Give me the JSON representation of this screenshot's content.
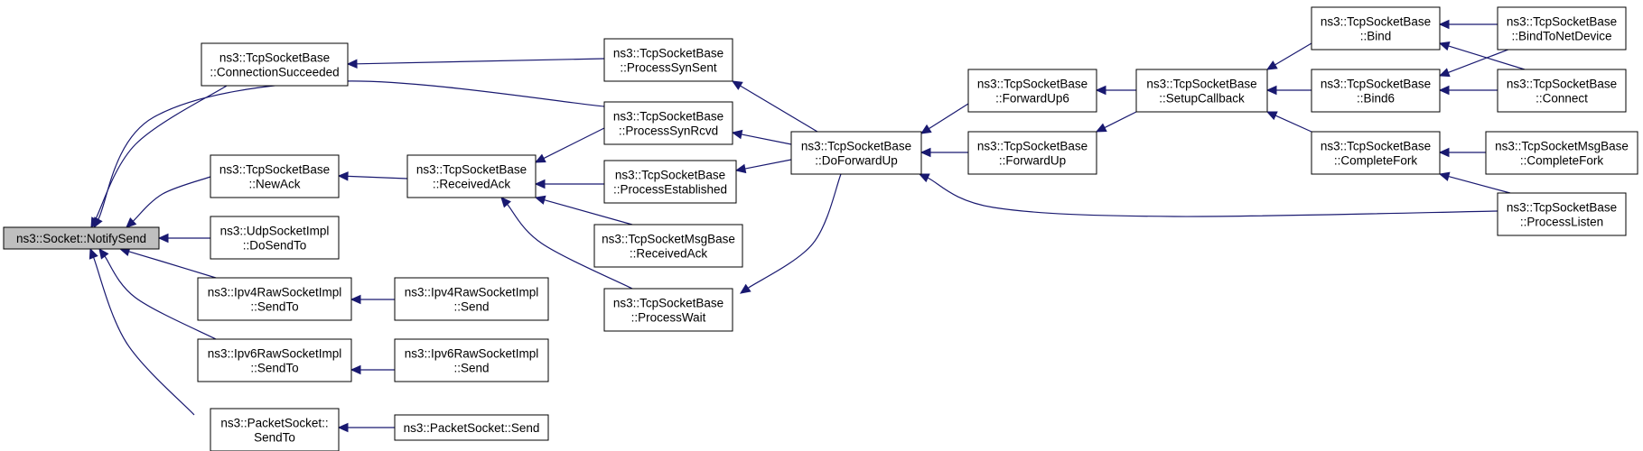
{
  "colors": {
    "edge": "#191970",
    "root_fill": "#bfbfbf",
    "node_fill": "#ffffff",
    "node_stroke": "#000000"
  },
  "nodes": {
    "notify_send": {
      "lines": [
        "ns3::Socket::NotifySend"
      ]
    },
    "connection_succeeded": {
      "lines": [
        "ns3::TcpSocketBase",
        "::ConnectionSucceeded"
      ]
    },
    "new_ack": {
      "lines": [
        "ns3::TcpSocketBase",
        "::NewAck"
      ]
    },
    "udp_do_send_to": {
      "lines": [
        "ns3::UdpSocketImpl",
        "::DoSendTo"
      ]
    },
    "ipv4_send_to": {
      "lines": [
        "ns3::Ipv4RawSocketImpl",
        "::SendTo"
      ]
    },
    "ipv6_send_to": {
      "lines": [
        "ns3::Ipv6RawSocketImpl",
        "::SendTo"
      ]
    },
    "packet_send_to": {
      "lines": [
        "ns3::PacketSocket::",
        "SendTo"
      ]
    },
    "received_ack": {
      "lines": [
        "ns3::TcpSocketBase",
        "::ReceivedAck"
      ]
    },
    "ipv4_send": {
      "lines": [
        "ns3::Ipv4RawSocketImpl",
        "::Send"
      ]
    },
    "ipv6_send": {
      "lines": [
        "ns3::Ipv6RawSocketImpl",
        "::Send"
      ]
    },
    "packet_send": {
      "lines": [
        "ns3::PacketSocket::Send"
      ]
    },
    "process_syn_sent": {
      "lines": [
        "ns3::TcpSocketBase",
        "::ProcessSynSent"
      ]
    },
    "process_syn_rcvd": {
      "lines": [
        "ns3::TcpSocketBase",
        "::ProcessSynRcvd"
      ]
    },
    "process_established": {
      "lines": [
        "ns3::TcpSocketBase",
        "::ProcessEstablished"
      ]
    },
    "msg_received_ack": {
      "lines": [
        "ns3::TcpSocketMsgBase",
        "::ReceivedAck"
      ]
    },
    "process_wait": {
      "lines": [
        "ns3::TcpSocketBase",
        "::ProcessWait"
      ]
    },
    "do_forward_up": {
      "lines": [
        "ns3::TcpSocketBase",
        "::DoForwardUp"
      ]
    },
    "forward_up6": {
      "lines": [
        "ns3::TcpSocketBase",
        "::ForwardUp6"
      ]
    },
    "forward_up": {
      "lines": [
        "ns3::TcpSocketBase",
        "::ForwardUp"
      ]
    },
    "setup_callback": {
      "lines": [
        "ns3::TcpSocketBase",
        "::SetupCallback"
      ]
    },
    "bind": {
      "lines": [
        "ns3::TcpSocketBase",
        "::Bind"
      ]
    },
    "bind6": {
      "lines": [
        "ns3::TcpSocketBase",
        "::Bind6"
      ]
    },
    "complete_fork": {
      "lines": [
        "ns3::TcpSocketBase",
        "::CompleteFork"
      ]
    },
    "bind_to_net_device": {
      "lines": [
        "ns3::TcpSocketBase",
        "::BindToNetDevice"
      ]
    },
    "connect": {
      "lines": [
        "ns3::TcpSocketBase",
        "::Connect"
      ]
    },
    "msg_complete_fork": {
      "lines": [
        "ns3::TcpSocketMsgBase",
        "::CompleteFork"
      ]
    },
    "process_listen": {
      "lines": [
        "ns3::TcpSocketBase",
        "::ProcessListen"
      ]
    }
  },
  "edges": [
    {
      "from": "connection_succeeded",
      "to": "notify_send"
    },
    {
      "from": "new_ack",
      "to": "notify_send"
    },
    {
      "from": "udp_do_send_to",
      "to": "notify_send"
    },
    {
      "from": "ipv4_send_to",
      "to": "notify_send"
    },
    {
      "from": "ipv6_send_to",
      "to": "notify_send"
    },
    {
      "from": "packet_send_to",
      "to": "notify_send"
    },
    {
      "from": "process_syn_rcvd",
      "to": "notify_send"
    },
    {
      "from": "received_ack",
      "to": "new_ack"
    },
    {
      "from": "ipv4_send",
      "to": "ipv4_send_to"
    },
    {
      "from": "ipv6_send",
      "to": "ipv6_send_to"
    },
    {
      "from": "packet_send",
      "to": "packet_send_to"
    },
    {
      "from": "process_syn_sent",
      "to": "connection_succeeded"
    },
    {
      "from": "process_syn_rcvd",
      "to": "received_ack"
    },
    {
      "from": "process_established",
      "to": "received_ack"
    },
    {
      "from": "msg_received_ack",
      "to": "received_ack"
    },
    {
      "from": "process_wait",
      "to": "received_ack"
    },
    {
      "from": "do_forward_up",
      "to": "process_syn_sent"
    },
    {
      "from": "do_forward_up",
      "to": "process_syn_rcvd"
    },
    {
      "from": "do_forward_up",
      "to": "process_established"
    },
    {
      "from": "do_forward_up",
      "to": "process_wait"
    },
    {
      "from": "forward_up6",
      "to": "do_forward_up"
    },
    {
      "from": "forward_up",
      "to": "do_forward_up"
    },
    {
      "from": "process_listen",
      "to": "do_forward_up"
    },
    {
      "from": "setup_callback",
      "to": "forward_up6"
    },
    {
      "from": "setup_callback",
      "to": "forward_up"
    },
    {
      "from": "bind",
      "to": "setup_callback"
    },
    {
      "from": "bind6",
      "to": "setup_callback"
    },
    {
      "from": "complete_fork",
      "to": "setup_callback"
    },
    {
      "from": "bind_to_net_device",
      "to": "bind"
    },
    {
      "from": "connect",
      "to": "bind"
    },
    {
      "from": "bind_to_net_device",
      "to": "bind6"
    },
    {
      "from": "connect",
      "to": "bind6"
    },
    {
      "from": "msg_complete_fork",
      "to": "complete_fork"
    },
    {
      "from": "process_listen",
      "to": "complete_fork"
    }
  ]
}
